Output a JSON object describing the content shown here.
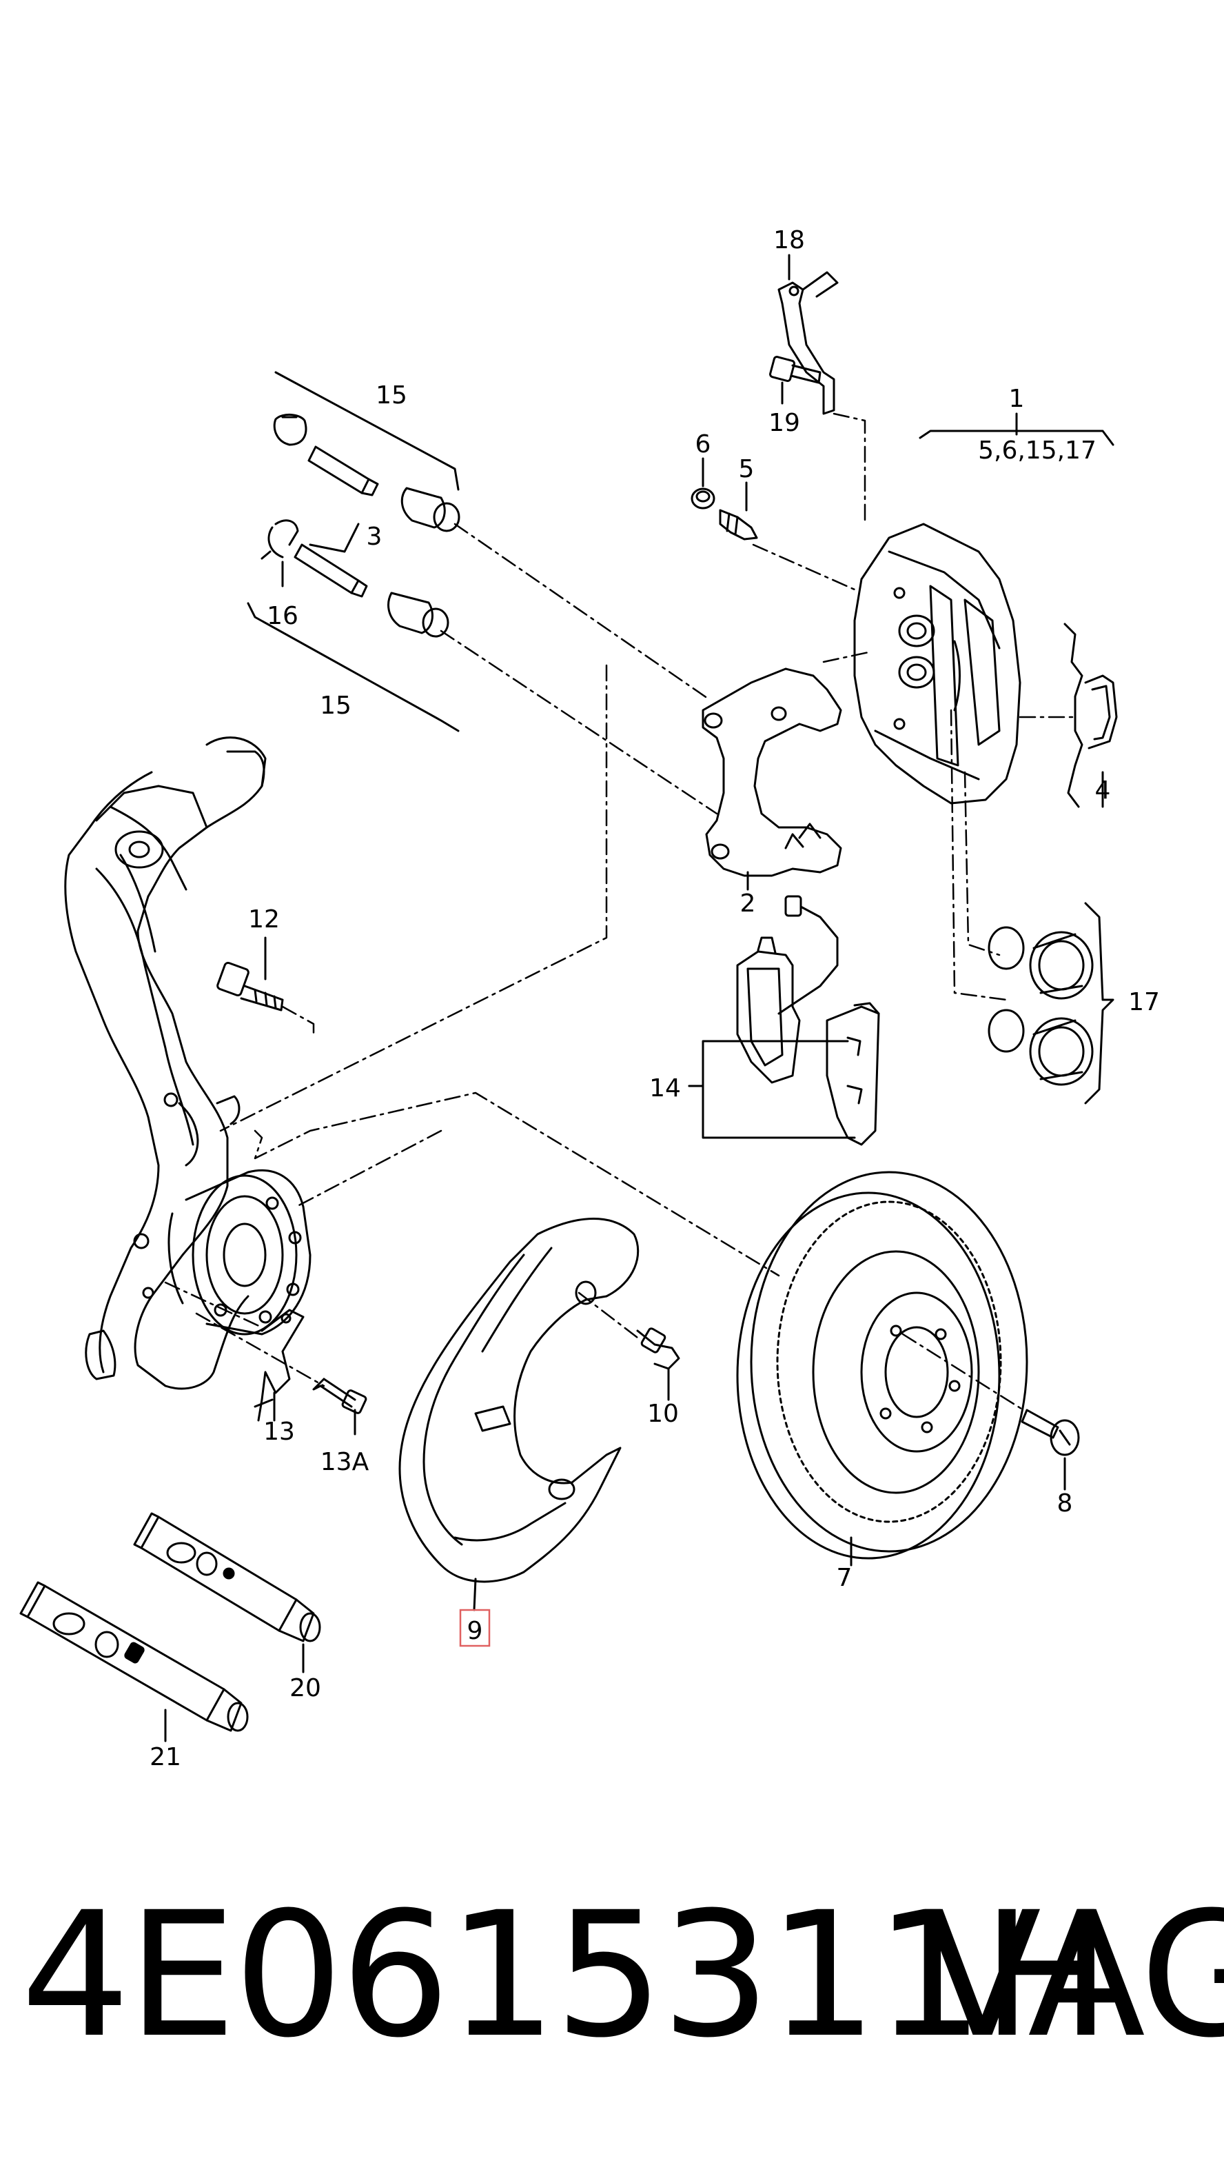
{
  "callouts": [
    {
      "id": "c1",
      "text": "1"
    },
    {
      "id": "c1sub",
      "text": "5,6,15,17"
    },
    {
      "id": "c2",
      "text": "2"
    },
    {
      "id": "c3",
      "text": "3"
    },
    {
      "id": "c4",
      "text": "4"
    },
    {
      "id": "c5",
      "text": "5"
    },
    {
      "id": "c6",
      "text": "6"
    },
    {
      "id": "c7",
      "text": "7"
    },
    {
      "id": "c8",
      "text": "8"
    },
    {
      "id": "c9",
      "text": "9"
    },
    {
      "id": "c10",
      "text": "10"
    },
    {
      "id": "c12",
      "text": "12"
    },
    {
      "id": "c13",
      "text": "13"
    },
    {
      "id": "c13a",
      "text": "13A"
    },
    {
      "id": "c14",
      "text": "14"
    },
    {
      "id": "c15a",
      "text": "15"
    },
    {
      "id": "c15b",
      "text": "15"
    },
    {
      "id": "c16",
      "text": "16"
    },
    {
      "id": "c17",
      "text": "17"
    },
    {
      "id": "c18",
      "text": "18"
    },
    {
      "id": "c19",
      "text": "19"
    },
    {
      "id": "c20",
      "text": "20"
    },
    {
      "id": "c21",
      "text": "21"
    }
  ],
  "highlight": {
    "part": "9",
    "color": "#e06060"
  },
  "footer": {
    "part_number": "4E0615311H",
    "brand": "VAG"
  }
}
